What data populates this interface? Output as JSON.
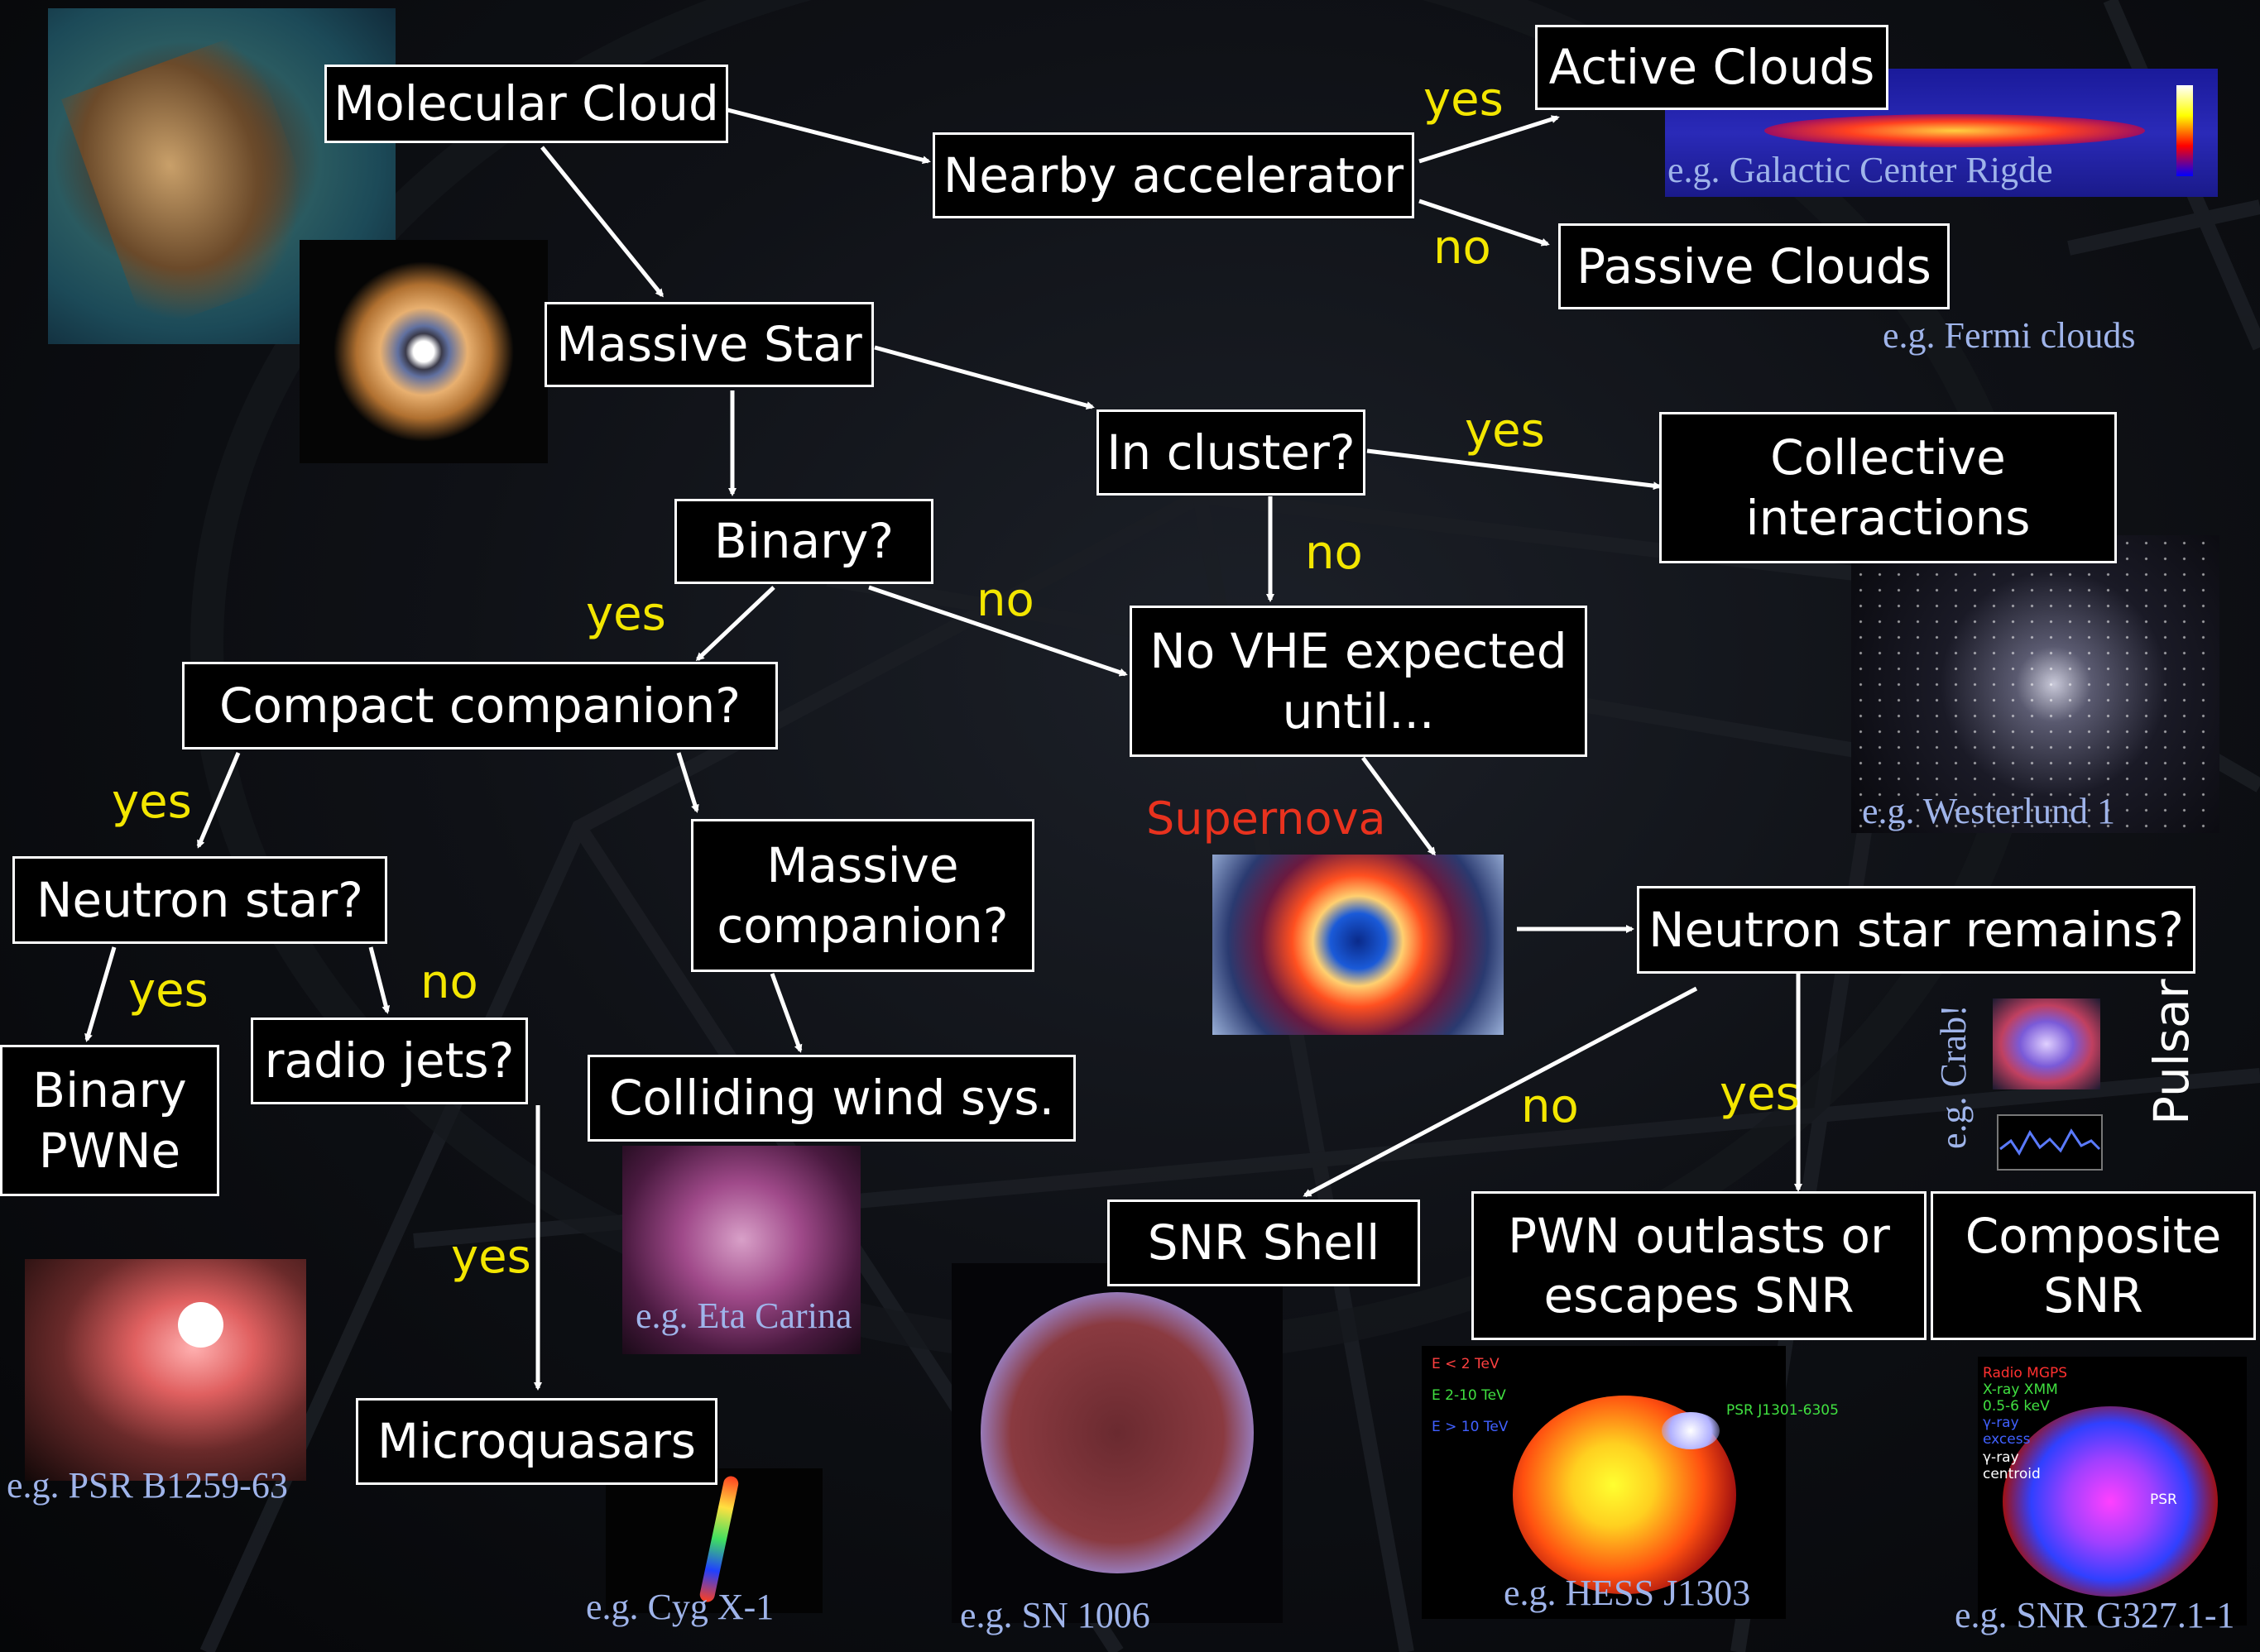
{
  "nodes": {
    "molecular_cloud": "Molecular Cloud",
    "nearby_accelerator": "Nearby accelerator",
    "active_clouds": "Active Clouds",
    "passive_clouds": "Passive Clouds",
    "massive_star": "Massive Star",
    "in_cluster": "In cluster?",
    "collective_line1": "Collective",
    "collective_line2": "interactions",
    "binary": "Binary?",
    "no_vhe_line1": "No VHE expected",
    "no_vhe_line2": "until...",
    "compact_companion": "Compact companion?",
    "neutron_star": "Neutron star?",
    "massive_companion_line1": "Massive",
    "massive_companion_line2": "companion?",
    "binary_pwne_line1": "Binary",
    "binary_pwne_line2": "PWNe",
    "radio_jets": "radio jets?",
    "colliding_wind": "Colliding wind sys.",
    "microquasars": "Microquasars",
    "neutron_star_remains": "Neutron star remains?",
    "snr_shell": "SNR Shell",
    "pwn_line1": "PWN outlasts or",
    "pwn_line2": "escapes SNR",
    "composite_line1": "Composite",
    "composite_line2": "SNR"
  },
  "edge_labels": {
    "accel_yes": "yes",
    "accel_no": "no",
    "cluster_yes": "yes",
    "cluster_no": "no",
    "binary_yes": "yes",
    "binary_no": "no",
    "compact_yes": "yes",
    "neutron_yes": "yes",
    "neutron_no": "no",
    "jets_yes": "yes",
    "remains_no": "no",
    "remains_yes": "yes"
  },
  "supernova_label": "Supernova",
  "pulsar_label": "Pulsar",
  "examples": {
    "galactic_center": "e.g. Galactic Center Rigde",
    "fermi": "e.g. Fermi clouds",
    "westerlund": "e.g. Westerlund 1",
    "crab": "e.g. Crab!",
    "eta_carina": "e.g. Eta Carina",
    "psr": "e.g. PSR B1259-63",
    "cyg": "e.g. Cyg X-1",
    "sn1006": "e.g. SN 1006",
    "hess": "e.g. HESS J1303",
    "snr_g327": "e.g. SNR G327.1-1"
  },
  "image_texts": {
    "hess_legend": [
      "E < 2 TeV",
      "E 2-10 TeV",
      "E > 10 TeV"
    ],
    "hess_psr": "PSR J1301-6305",
    "g327_legend": [
      "Radio MGPS",
      "X-ray XMM",
      "0.5-6 keV",
      "γ-ray",
      "excess",
      "γ-ray",
      "centroid"
    ],
    "g327_psr": "PSR"
  },
  "colors": {
    "background": "#0f1116",
    "box_border": "#ffffff",
    "edge_label": "#f3e600",
    "example_text": "#9fb4ea",
    "supernova": "#e8321e",
    "hess_legend": [
      "#ff4040",
      "#40e040",
      "#4060ff"
    ]
  }
}
